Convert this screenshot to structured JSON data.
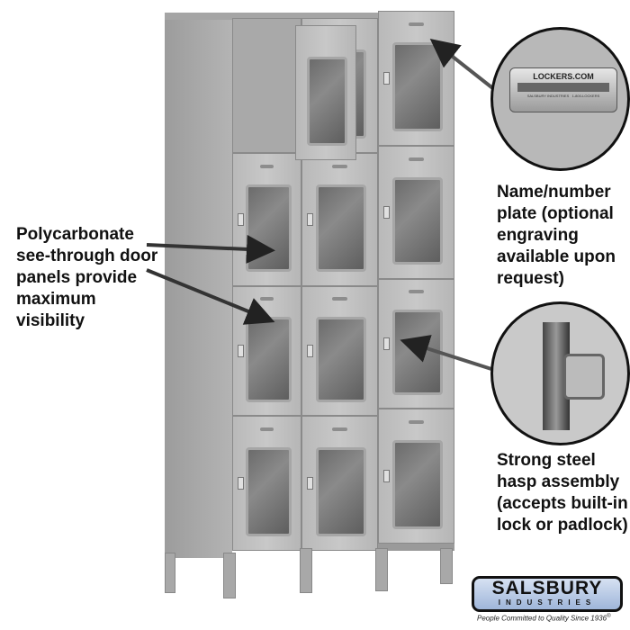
{
  "callouts": {
    "left": [
      "Polycarbonate",
      "see-through door",
      "panels provide",
      "maximum",
      "visibility"
    ],
    "plate": [
      "Name/number",
      "plate (optional",
      "engraving",
      "available upon",
      "request)"
    ],
    "hasp": [
      "Strong steel",
      "hasp assembly",
      "(accepts built-in",
      "lock or padlock)"
    ]
  },
  "nameplate": {
    "title": "LOCKERS.COM",
    "subtitle_left": "SALSBURY INDUSTRIES",
    "subtitle_right": "1-800-LOCKERS"
  },
  "logo": {
    "brand": "SALSBURY",
    "sub": "INDUSTRIES",
    "tagline": "People Committed to Quality Since 1936",
    "mark": "®"
  },
  "colors": {
    "locker_gray": "#b9b9b9",
    "logo_blue": "#a9bfe0"
  }
}
